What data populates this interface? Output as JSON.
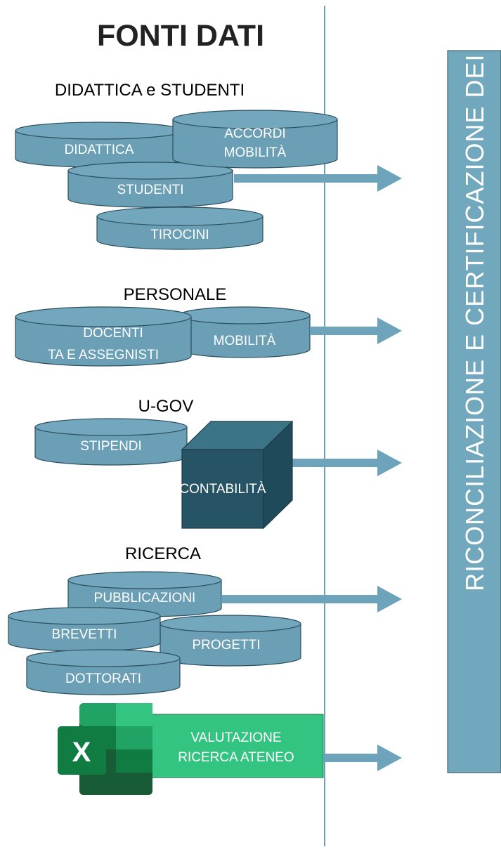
{
  "title": "FONTI DATI",
  "side_panel": {
    "label": "RICONCILIAZIONE E CERTIFICAZIONE DEI DATI"
  },
  "sections": {
    "didattica": {
      "heading": "DIDATTICA e STUDENTI",
      "sources": {
        "didattica": "DIDATTICA",
        "accordi_line1": "ACCORDI",
        "accordi_line2": "MOBILITÀ",
        "studenti": "STUDENTI",
        "tirocini": "TIROCINI"
      }
    },
    "personale": {
      "heading": "PERSONALE",
      "sources": {
        "docenti_line1": "DOCENTI",
        "docenti_line2": "TA E ASSEGNISTI",
        "mobilita": "MOBILITÀ"
      }
    },
    "ugov": {
      "heading": "U-GOV",
      "sources": {
        "stipendi": "STIPENDI",
        "contabilita": "CONTABILITÀ"
      }
    },
    "ricerca": {
      "heading": "RICERCA",
      "sources": {
        "pubblicazioni": "PUBBLICAZIONI",
        "brevetti": "BREVETTI",
        "progetti": "PROGETTI",
        "dottorati": "DOTTORATI"
      }
    },
    "valutazione": {
      "icon_letter": "X",
      "line1": "VALUTAZIONE",
      "line2": "RICERCA ATENEO"
    }
  },
  "colors": {
    "cylinder": "#6A9FB6",
    "cube": "#275465",
    "panel": "#72A8BE",
    "arrow": "#6EA4BB",
    "excel_green": "#33C481"
  }
}
